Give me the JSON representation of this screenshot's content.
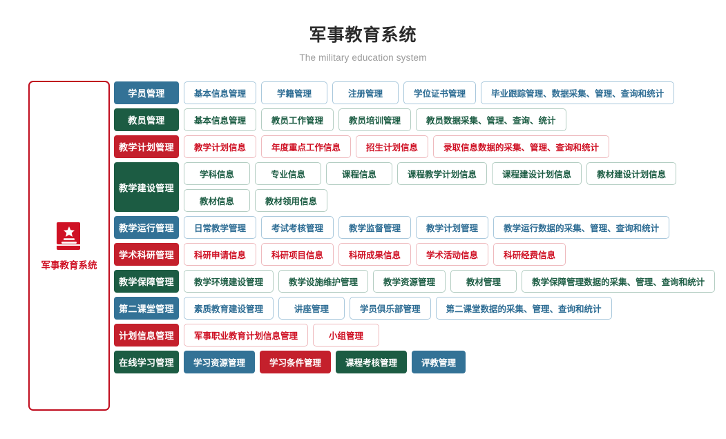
{
  "header": {
    "title": "军事教育系统",
    "subtitle": "The military education system"
  },
  "sidebar": {
    "icon": "book-star-icon",
    "label": "军事教育系统"
  },
  "colors": {
    "blue": "#337296",
    "green": "#1c5c43",
    "red": "#c4202c",
    "blue_border": "#a9c8dc",
    "green_border": "#b3cdc2",
    "red_border": "#eeb9bd",
    "blue_text": "#2e6d94",
    "green_text": "#1d5d44",
    "red_text": "#cf1124",
    "brand_red": "#cf1124",
    "card_border": "#c00d1e",
    "background": "#ffffff",
    "title_text": "#2b2b2b",
    "subtitle_text": "#9a9a9a"
  },
  "rows": [
    {
      "category": "学员管理",
      "color": "blue",
      "item_style": "outline",
      "lines": [
        [
          "基本信息管理",
          "学籍管理",
          "注册管理",
          "学位证书管理",
          "毕业跟踪管理、数据采集、管理、查询和统计"
        ]
      ]
    },
    {
      "category": "教员管理",
      "color": "green",
      "item_style": "outline",
      "lines": [
        [
          "基本信息管理",
          "教员工作管理",
          "教员培训管理",
          "教员数据采集、管理、查询、统计"
        ]
      ]
    },
    {
      "category": "教学计划管理",
      "color": "red",
      "item_style": "outline",
      "lines": [
        [
          "教学计划信息",
          "年度重点工作信息",
          "招生计划信息",
          "录取信息数据的采集、管理、查询和统计"
        ]
      ]
    },
    {
      "category": "教学建设管理",
      "color": "green",
      "item_style": "outline",
      "lines": [
        [
          "学科信息",
          "专业信息",
          "课程信息",
          "课程教学计划信息",
          "课程建设计划信息",
          "教材建设计划信息"
        ],
        [
          "教材信息",
          "教材领用信息"
        ]
      ]
    },
    {
      "category": "教学运行管理",
      "color": "blue",
      "item_style": "outline",
      "lines": [
        [
          "日常教学管理",
          "考试考核管理",
          "教学监督管理",
          "教学计划管理",
          "教学运行数据的采集、管理、查询和统计"
        ]
      ]
    },
    {
      "category": "学术科研管理",
      "color": "red",
      "item_style": "outline",
      "lines": [
        [
          "科研申请信息",
          "科研项目信息",
          "科研成果信息",
          "学术活动信息",
          "科研经费信息"
        ]
      ]
    },
    {
      "category": "教学保障管理",
      "color": "green",
      "item_style": "outline",
      "lines": [
        [
          "教学环境建设管理",
          "教学设施维护管理",
          "教学资源管理",
          "教材管理",
          "教学保障管理数据的采集、管理、查询和统计"
        ]
      ]
    },
    {
      "category": "第二课堂管理",
      "color": "blue",
      "item_style": "outline",
      "lines": [
        [
          "素质教育建设管理",
          "讲座管理",
          "学员俱乐部管理",
          "第二课堂数据的采集、管理、查询和统计"
        ]
      ]
    },
    {
      "category": "计划信息管理",
      "color": "red",
      "item_style": "outline",
      "lines": [
        [
          "军事职业教育计划信息管理",
          "小组管理"
        ]
      ]
    },
    {
      "category": "在线学习管理",
      "color": "green",
      "item_style": "solid",
      "lines": [
        [
          "学习资源管理",
          "学习条件管理",
          "课程考核管理",
          "评教管理"
        ]
      ],
      "item_colors": [
        [
          "blue",
          "red",
          "green",
          "blue"
        ]
      ]
    }
  ]
}
